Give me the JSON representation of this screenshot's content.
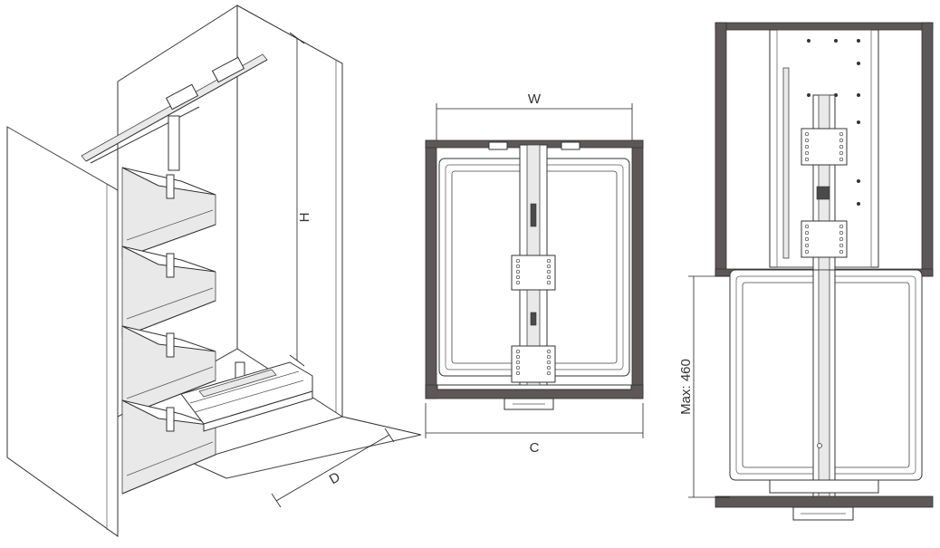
{
  "labels": {
    "height": "H",
    "depth": "D",
    "width": "W",
    "cabinet_width": "C",
    "max_height": "Max: 460"
  },
  "colors": {
    "wall": "#5d5757",
    "line": "#333333",
    "basket": "#e9e9e9"
  }
}
